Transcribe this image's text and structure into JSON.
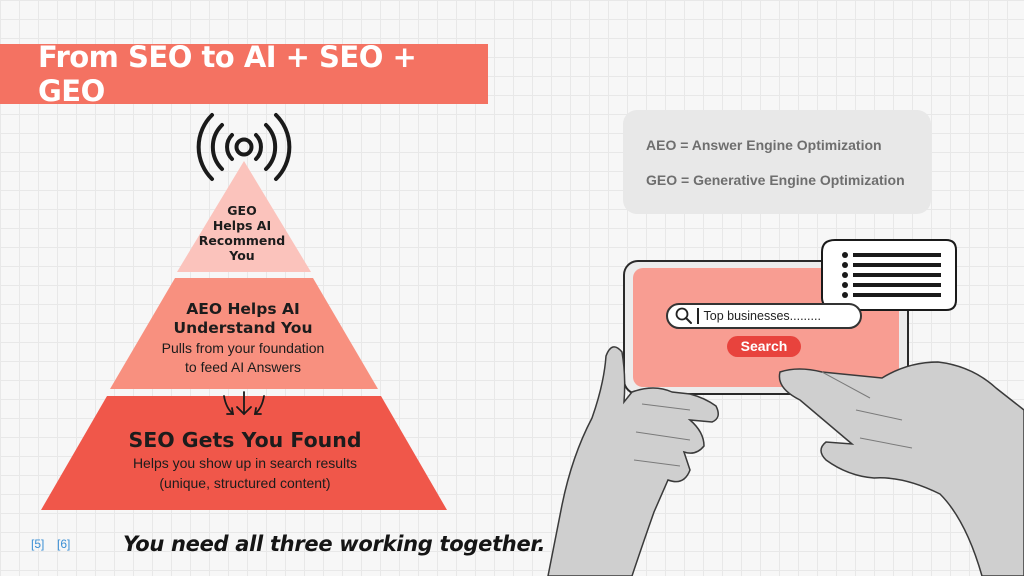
{
  "title": "From SEO to AI + SEO + GEO",
  "pyramid": {
    "geo": {
      "line1": "GEO",
      "line2": "Helps AI",
      "line3": "Recommend",
      "line4": "You"
    },
    "aeo": {
      "head1": "AEO Helps AI",
      "head2": "Understand You",
      "sub1": "Pulls from your foundation",
      "sub2": "to feed AI Answers"
    },
    "seo": {
      "head": "SEO Gets You Found",
      "sub1": "Helps you show up in search results",
      "sub2": "(unique, structured content)"
    }
  },
  "definitions": {
    "aeo": "AEO = Answer Engine Optimization",
    "geo": "GEO = Generative Engine Optimization"
  },
  "phone": {
    "search_text": "Top businesses.........",
    "search_button": "Search"
  },
  "citations": [
    "[5]",
    "[6]"
  ],
  "tagline": "You need all three working together.",
  "icons": {
    "top": "broadcast-signal-icon",
    "arrows": "down-arrows-icon",
    "search": "magnifier-icon",
    "chat": "list-chat-bubble-icon"
  },
  "colors": {
    "banner": "#f47262",
    "geo_tier": "#fbc3bc",
    "aeo_tier": "#f8907f",
    "seo_tier": "#f0574a",
    "phone_screen": "#f89d92",
    "search_button": "#e8433d"
  }
}
